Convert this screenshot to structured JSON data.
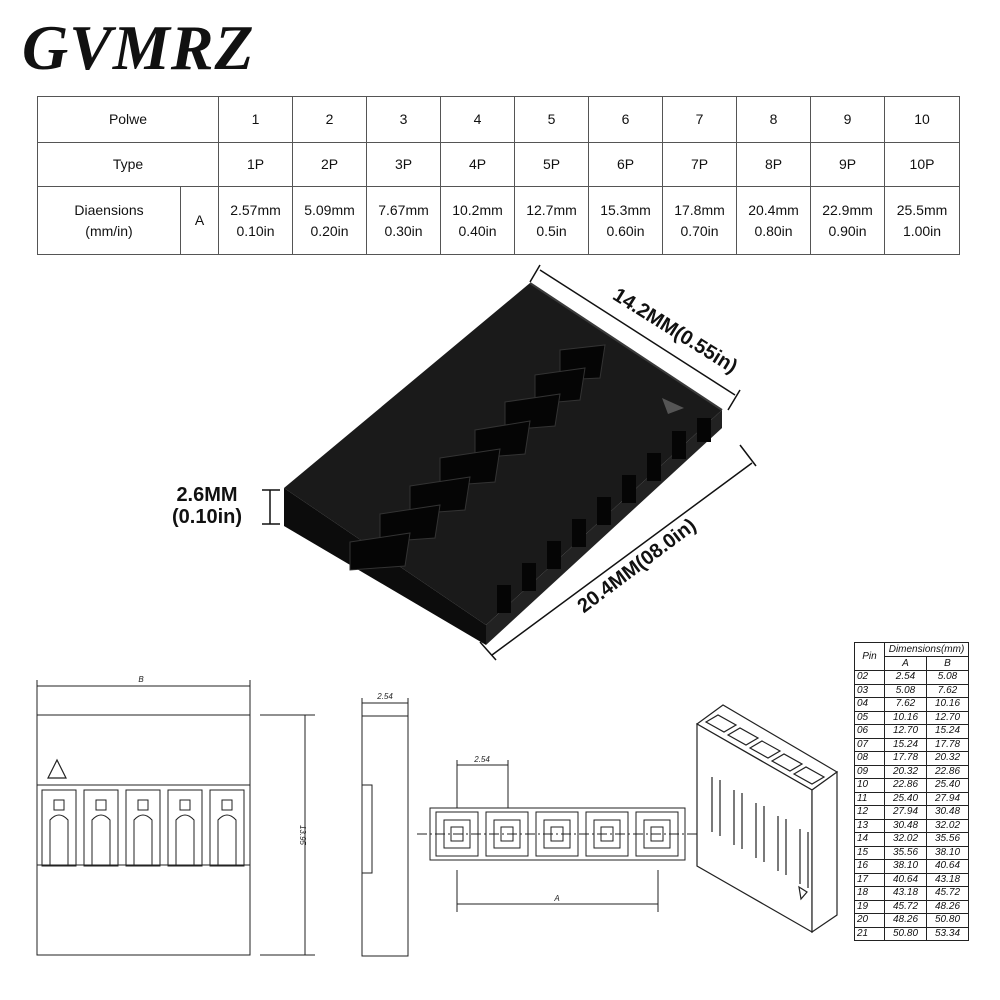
{
  "brand": "GVMRZ",
  "spec_table": {
    "row1_label": "Polwe",
    "row2_label": "Type",
    "row3_label": "Diaensions (mm/in)",
    "row3_sub": "A",
    "poles": [
      "1",
      "2",
      "3",
      "4",
      "5",
      "6",
      "7",
      "8",
      "9",
      "10"
    ],
    "types": [
      "1P",
      "2P",
      "3P",
      "4P",
      "5P",
      "6P",
      "7P",
      "8P",
      "9P",
      "10P"
    ],
    "mm": [
      "2.57mm",
      "5.09mm",
      "7.67mm",
      "10.2mm",
      "12.7mm",
      "15.3mm",
      "17.8mm",
      "20.4mm",
      "22.9mm",
      "25.5mm"
    ],
    "inch": [
      "0.10in",
      "0.20in",
      "0.30in",
      "0.40in",
      "0.5in",
      "0.60in",
      "0.70in",
      "0.80in",
      "0.90in",
      "1.00in"
    ]
  },
  "photo_dims": {
    "height_mm": "2.6MM",
    "height_in": "(0.10in)",
    "depth": "14.2MM(0.55in)",
    "width": "20.4MM(08.0in)"
  },
  "drawing": {
    "front_top_label": "B",
    "front_height": "13.95",
    "side_width": "2.54",
    "pitch": "2.54",
    "bottom_label": "A"
  },
  "pin_table": {
    "col_pin": "Pin",
    "col_dims": "Dimensions(mm)",
    "col_a": "A",
    "col_b": "B",
    "rows": [
      [
        "02",
        "2.54",
        "5.08"
      ],
      [
        "03",
        "5.08",
        "7.62"
      ],
      [
        "04",
        "7.62",
        "10.16"
      ],
      [
        "05",
        "10.16",
        "12.70"
      ],
      [
        "06",
        "12.70",
        "15.24"
      ],
      [
        "07",
        "15.24",
        "17.78"
      ],
      [
        "08",
        "17.78",
        "20.32"
      ],
      [
        "09",
        "20.32",
        "22.86"
      ],
      [
        "10",
        "22.86",
        "25.40"
      ],
      [
        "11",
        "25.40",
        "27.94"
      ],
      [
        "12",
        "27.94",
        "30.48"
      ],
      [
        "13",
        "30.48",
        "32.02"
      ],
      [
        "14",
        "32.02",
        "35.56"
      ],
      [
        "15",
        "35.56",
        "38.10"
      ],
      [
        "16",
        "38.10",
        "40.64"
      ],
      [
        "17",
        "40.64",
        "43.18"
      ],
      [
        "18",
        "43.18",
        "45.72"
      ],
      [
        "19",
        "45.72",
        "48.26"
      ],
      [
        "20",
        "48.26",
        "50.80"
      ],
      [
        "21",
        "50.80",
        "53.34"
      ]
    ]
  }
}
